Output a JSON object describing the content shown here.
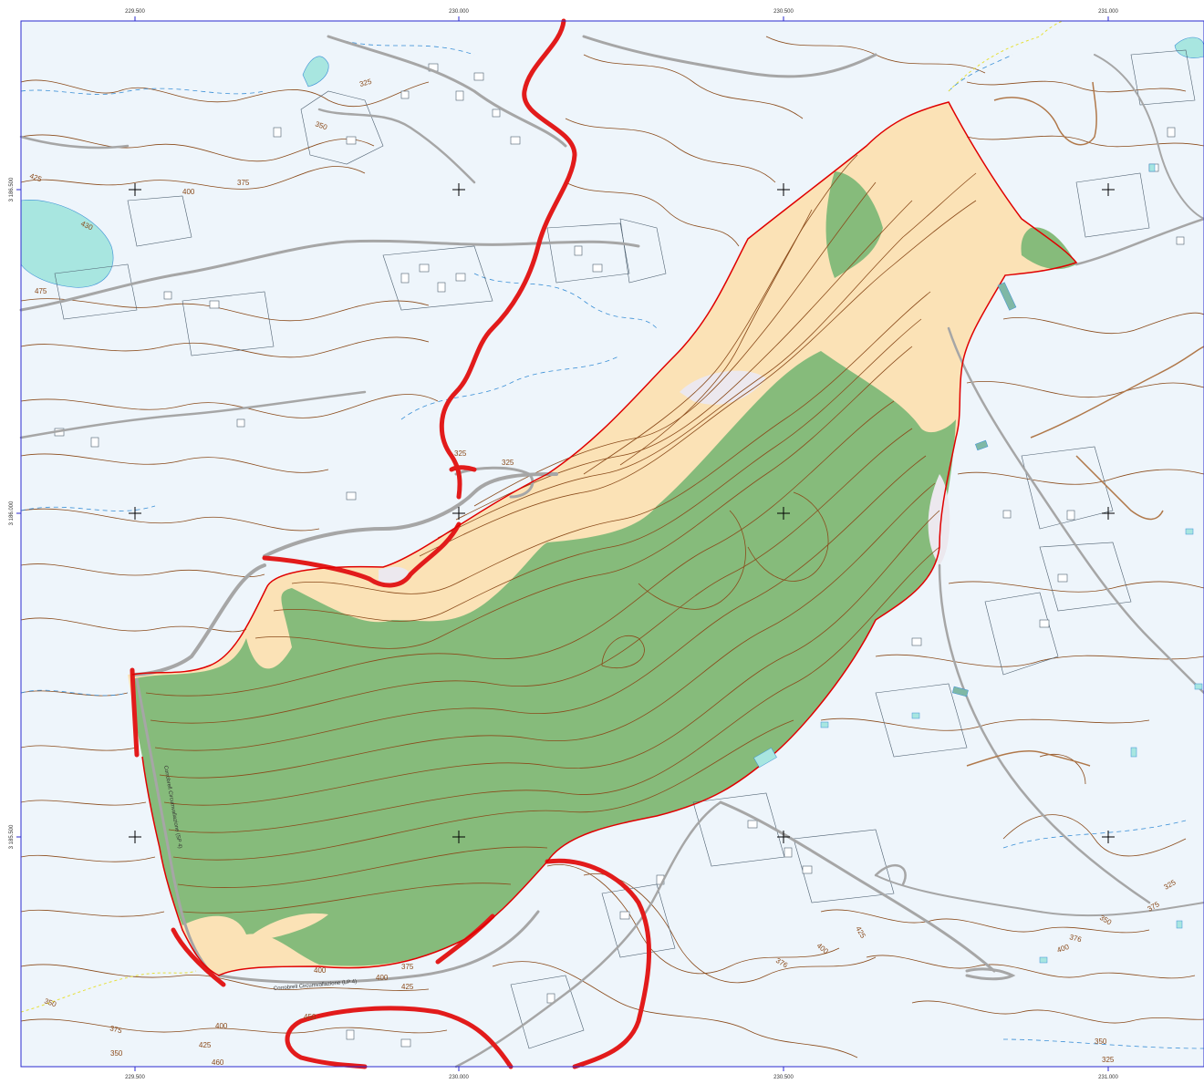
{
  "map": {
    "colors": {
      "background": "#eef5fb",
      "frame": "#2a2acf",
      "forest": "#86bb7b",
      "open_land": "#fbe2b6",
      "bare_area": "#ece8ee",
      "perimeter": "#e00000",
      "major_route": "#e21b1b",
      "road": "#a6a6a6",
      "contour": "#8a4a1a",
      "parcel": "#4d5f6f",
      "stream": "#3a8fd6",
      "water": "#a8e6e0",
      "secondary_track": "#b0784a"
    },
    "grid": {
      "x_top": [
        "229.500",
        "230.000",
        "230.500",
        "231.000"
      ],
      "x_bottom": [
        "229.500",
        "230.000",
        "230.500",
        "231.000"
      ],
      "y_left": [
        "3 186.500",
        "3 186.000",
        "3 185.500"
      ]
    },
    "contour_labels": [
      "325",
      "350",
      "375",
      "400",
      "425",
      "430",
      "475",
      "325",
      "400",
      "375",
      "400",
      "425",
      "350",
      "375",
      "400",
      "425",
      "450",
      "460",
      "350",
      "325",
      "376",
      "400",
      "376",
      "400",
      "425",
      "375",
      "350",
      "350",
      "325",
      "325"
    ],
    "road_labels": [
      "Corrobrell Circumvallazione (SP 4)",
      "Corrobrell Circumvallazione (LP 4)"
    ]
  }
}
